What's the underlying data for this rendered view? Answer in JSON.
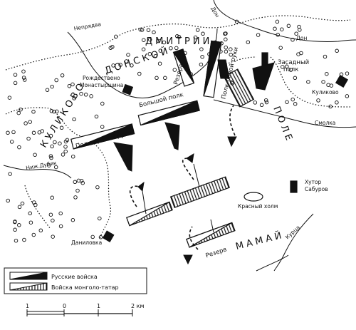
{
  "map": {
    "areas": {
      "dmitrii": "ДМИТРИИ",
      "donskoi": "ДОНСКОЙ",
      "kulikovo_west": "КУЛИКОВО",
      "pole": "ПОЛЕ",
      "mamai": "МАМАЙ"
    },
    "rivers": {
      "don": "Дон",
      "don_upper": "Дон",
      "nepryadva": "Непрядва",
      "smolka": "Смолка",
      "nizh_dubyak": "Ниж.Дубяк",
      "kurtsa": "Курца"
    },
    "places": {
      "rozhdestveno": "Рождествено",
      "monastyrshchina": "Монастырщина",
      "kulikovo": "Куликово",
      "khutor": "Хутор",
      "saburov": "Сабуров",
      "krasny_kholm": "Красный холм",
      "danilovka": "Даниловка"
    },
    "units": {
      "polk_pravoy_ruki": "Полк правой руки",
      "bolshoy_polk": "Большой полк",
      "polk_levoy_ruki": "Полк левой руки",
      "rezerv": "Резерв",
      "zasadny_polk_1": "Засадный",
      "zasadny_polk_2": "полк",
      "rezerv_mongol": "Резерв"
    }
  },
  "legend": {
    "russian": "Русские войска",
    "mongol": "Войска монголо-татар"
  },
  "scale": {
    "ticks": [
      "1",
      "0",
      "1",
      "2 км"
    ]
  },
  "colors": {
    "ink": "#111111",
    "paper": "#ffffff"
  }
}
